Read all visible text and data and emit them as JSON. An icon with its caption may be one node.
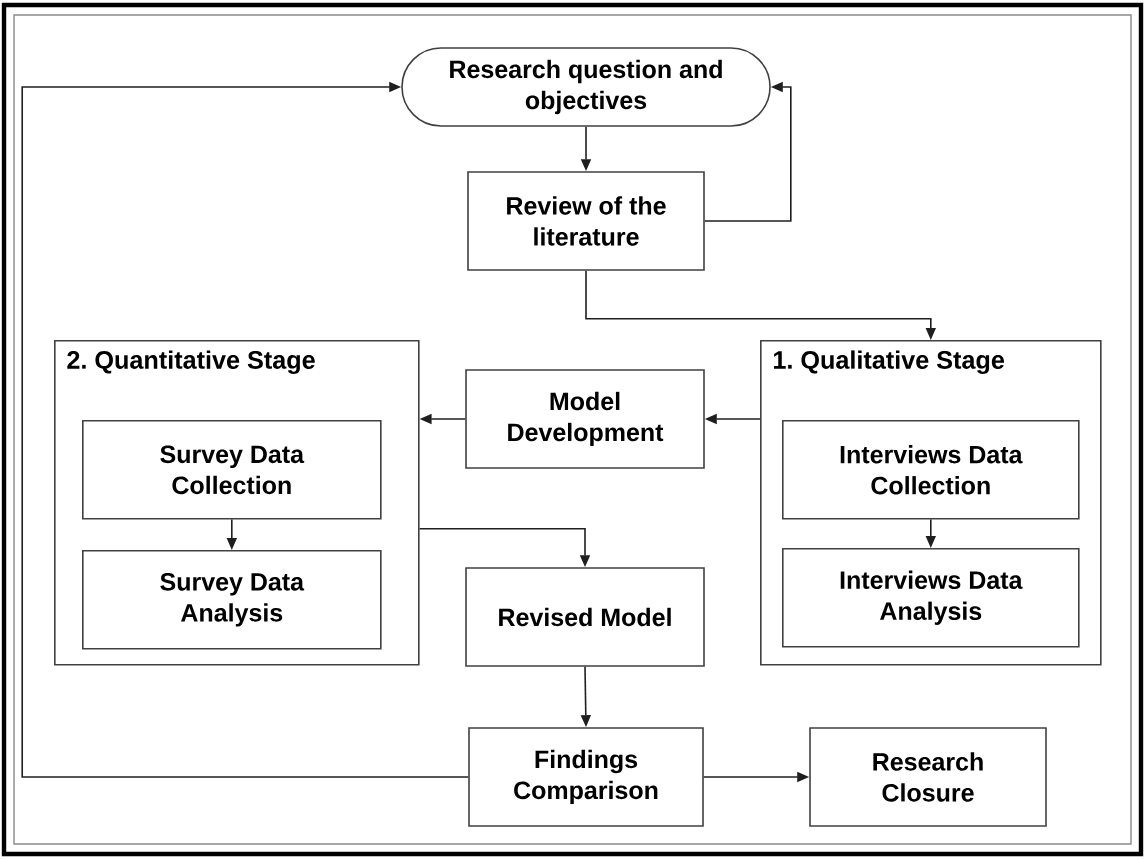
{
  "diagram": {
    "nodes": [
      {
        "text": [
          "Research question and objectives"
        ]
      },
      {
        "text": [
          "Review of the literature"
        ]
      },
      {
        "text": [
          "2. Quantitative Stage"
        ]
      },
      {
        "text": [
          "Survey Data Collection"
        ],
        "in": 2
      },
      {
        "text": [
          "Survey Data Analysis"
        ],
        "in": 2
      },
      {
        "text": [
          "Model Development"
        ]
      },
      {
        "text": [
          "1. Qualitative Stage"
        ]
      },
      {
        "text": [
          "Interviews Data Collection"
        ],
        "in": 6
      },
      {
        "text": [
          "Interviews Data Analysis"
        ],
        "in": 6
      },
      {
        "text": [
          "Revised Model"
        ]
      },
      {
        "text": [
          "Findings Comparison"
        ]
      },
      {
        "text": [
          "Research Closure"
        ]
      }
    ],
    "edges": [
      {
        "from": 0,
        "to": 1,
        "arrow": "to"
      },
      {
        "from": 1,
        "to": 0,
        "arrow": "to"
      },
      {
        "from": 1,
        "to": 6,
        "arrow": "to"
      },
      {
        "from": 6,
        "to": 5,
        "arrow": "to"
      },
      {
        "from": 5,
        "to": 2,
        "arrow": "to"
      },
      {
        "from": 3,
        "to": 4,
        "arrow": "to"
      },
      {
        "from": 7,
        "to": 8,
        "arrow": "to"
      },
      {
        "from": 2,
        "to": 9,
        "arrow": "to"
      },
      {
        "from": 9,
        "to": 10,
        "arrow": "to"
      },
      {
        "from": 10,
        "to": 11,
        "arrow": "to"
      },
      {
        "from": 10,
        "to": 0,
        "arrow": "to"
      }
    ]
  }
}
